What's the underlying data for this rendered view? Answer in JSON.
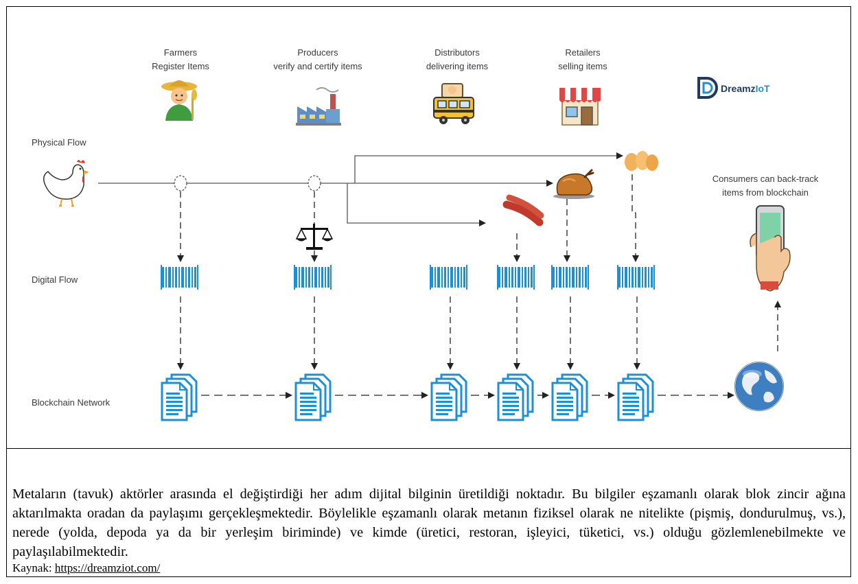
{
  "actors": [
    {
      "line1": "Farmers",
      "line2": "Register Items",
      "icon": "farmer-icon"
    },
    {
      "line1": "Producers",
      "line2": "verify and certify items",
      "icon": "factory-icon"
    },
    {
      "line1": "Distributors",
      "line2": "delivering items",
      "icon": "delivery-truck-icon"
    },
    {
      "line1": "Retailers",
      "line2": "selling items",
      "icon": "store-icon"
    }
  ],
  "logo": {
    "text_dark": "Dreamz",
    "text_accent": "IoT"
  },
  "rows": {
    "physical": "Physical Flow",
    "digital": "Digital Flow",
    "blockchain": "Blockchain Network"
  },
  "consumer": {
    "line1": "Consumers can back-track",
    "line2": "items from blockchain"
  },
  "caption": {
    "text": "Metaların (tavuk) aktörler arasında el değiştirdiği her adım dijital bilginin üretildiği noktadır. Bu bilgiler eşzamanlı olarak blok zincir ağına aktarılmakta oradan da paylaşımı gerçekleşmektedir. Böylelikle eşzamanlı olarak metanın fiziksel olarak ne nitelikte (pişmiş, dondurulmuş, vs.), nerede (yolda, depoda ya da bir yerleşim biriminde) ve kimde (üretici, restoran, işleyici, tüketici, vs.) olduğu gözlemlenebilmekte ve paylaşılabilmektedir.",
    "source_label": "Kaynak:",
    "source_url": "https://dreamziot.com/"
  },
  "colors": {
    "accent_blue": "#1d8fd6",
    "logo_dark": "#1f3a5c",
    "line": "#555555"
  }
}
